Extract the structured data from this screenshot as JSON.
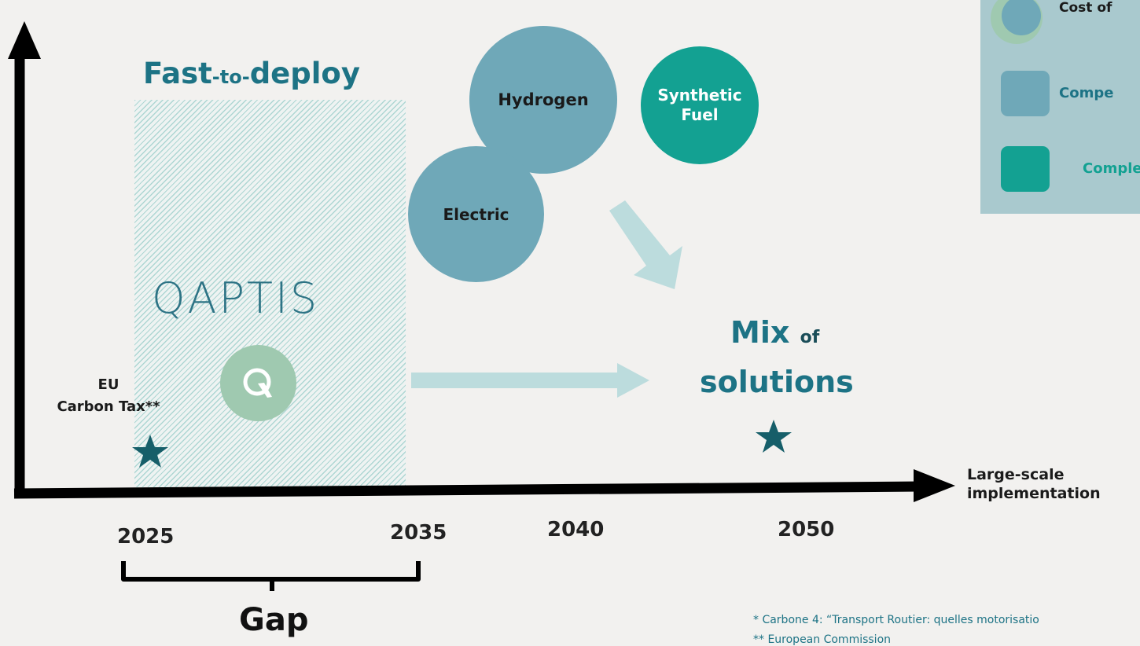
{
  "diagram": {
    "y_axis_label_top": "",
    "x_axis_label": "Large-scale\nimplementation",
    "fast_to_deploy": {
      "part1": "Fast",
      "part2": "-to-",
      "part3": "deploy"
    },
    "qaptis_wordmark": "QAPTIS",
    "bubbles": {
      "hydrogen": "Hydrogen",
      "synthetic": "Synthetic\nFuel",
      "electric": "Electric"
    },
    "eu_label": "EU\nCarbon Tax**",
    "mix": {
      "word1": "Mix",
      "word2": "of",
      "word3": "solutions"
    },
    "years": [
      "2025",
      "2035",
      "2040",
      "2050"
    ],
    "gap_label": "Gap",
    "legend": {
      "cost_label": "Cost of",
      "competitive_label": "Compe",
      "complementary_label": "Comple"
    },
    "footnotes": {
      "note1": "* Carbone 4: “Transport Routier: quelles motorisatio",
      "note2": "** European Commission"
    },
    "colors": {
      "background": "#f2f1ef",
      "primary_teal": "#1d7385",
      "bubble_blue": "#6fa8b8",
      "bubble_teal": "#13a192",
      "qaptis_green": "#9fc9b0",
      "arrow_light": "#bcdcdd",
      "star": "#165e69",
      "legend_bg": "#a9c9ce"
    },
    "icons": [
      "star-icon",
      "qaptis-logo-icon",
      "arrow-icon"
    ]
  }
}
